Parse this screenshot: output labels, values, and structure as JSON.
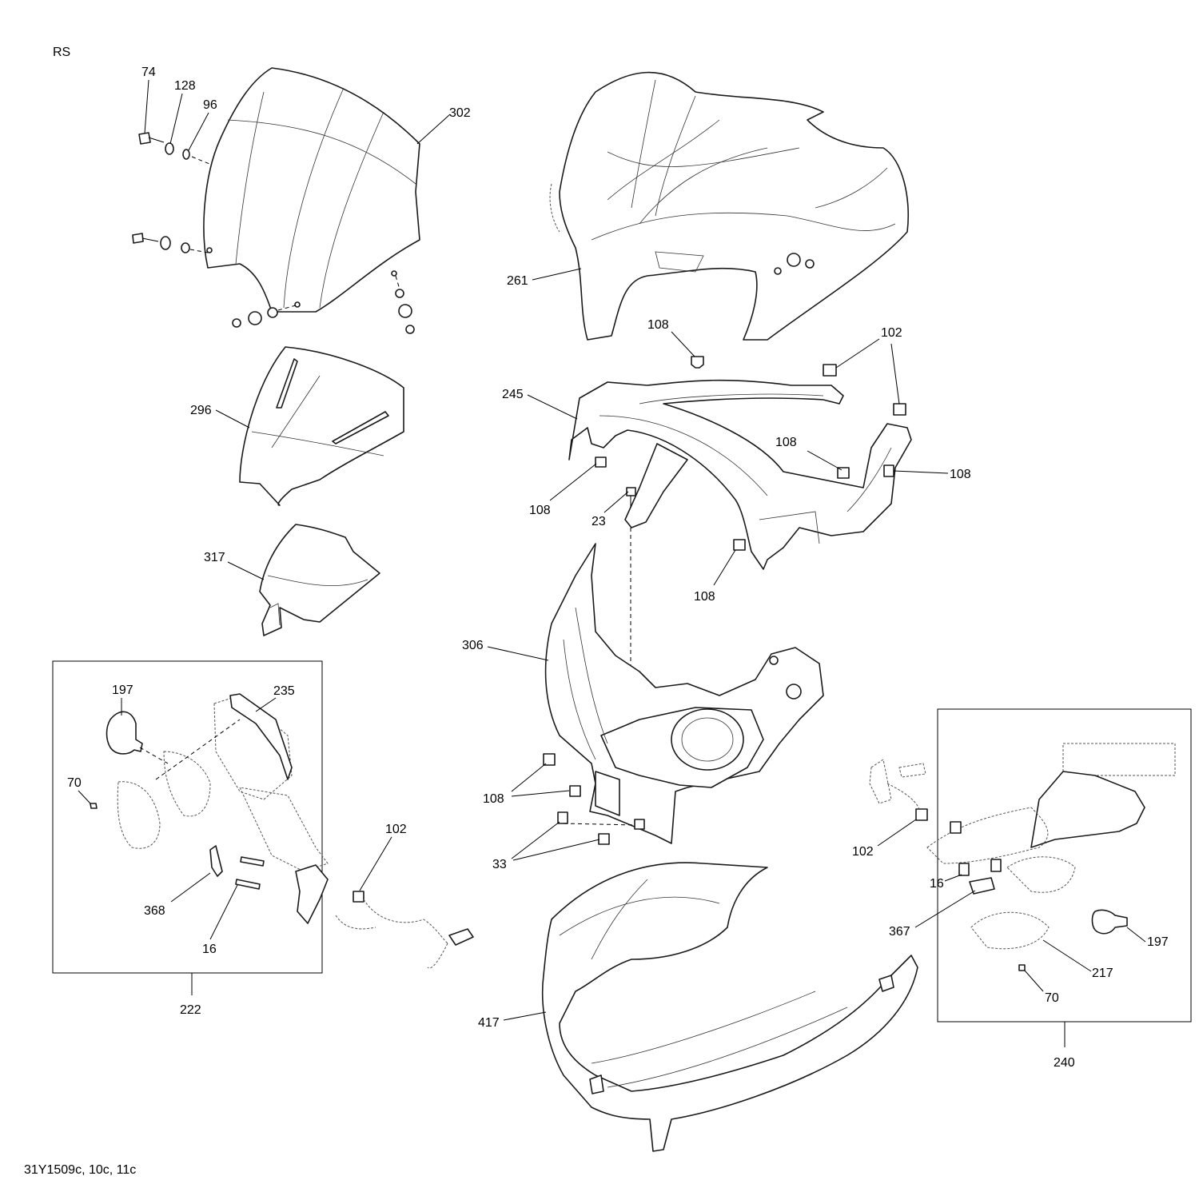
{
  "header": {
    "view_code": "RS"
  },
  "footer": {
    "drawing_id": "31Y1509c, 10c, 11c"
  },
  "callouts": {
    "c74": "74",
    "c128": "128",
    "c96": "96",
    "c302": "302",
    "c261": "261",
    "c296": "296",
    "c317": "317",
    "c108a": "108",
    "c102a": "102",
    "c245": "245",
    "c108b": "108",
    "c108c": "108",
    "c23": "23",
    "c108d": "108",
    "c108e": "108",
    "c306": "306",
    "c108f": "108",
    "c33": "33",
    "c417": "417",
    "c197a": "197",
    "c235": "235",
    "c70a": "70",
    "c102b": "102",
    "c368": "368",
    "c16a": "16",
    "c222": "222",
    "c102c": "102",
    "c16b": "16",
    "c367": "367",
    "c197b": "197",
    "c217": "217",
    "c70b": "70",
    "c240": "240"
  }
}
